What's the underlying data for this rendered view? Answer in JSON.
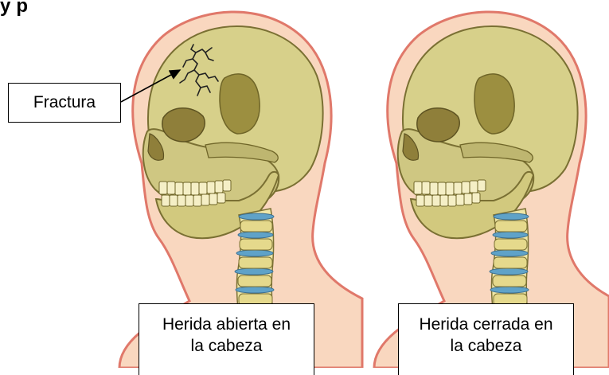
{
  "header": {
    "partial_text": "y p"
  },
  "labels": {
    "fracture": "Fractura"
  },
  "captions": {
    "open_wound": {
      "line1": "Herida abierta en",
      "line2": "la cabeza"
    },
    "closed_wound": {
      "line1": "Herida cerrada en",
      "line2": "la cabeza"
    }
  },
  "colors": {
    "skin": "#f9d7bf",
    "skin_outline": "#e0786a",
    "bone": "#d7d08a",
    "bone_shadow": "#a89f4c",
    "eye_socket": "#8f7f3a",
    "teeth": "#f5efc6",
    "spine_disc": "#5fa2c8",
    "vertebra": "#efe6a6",
    "crack": "#222222"
  },
  "icons": [
    "skull-fracture-illustration",
    "skull-intact-illustration",
    "fracture-pointer-arrow"
  ]
}
